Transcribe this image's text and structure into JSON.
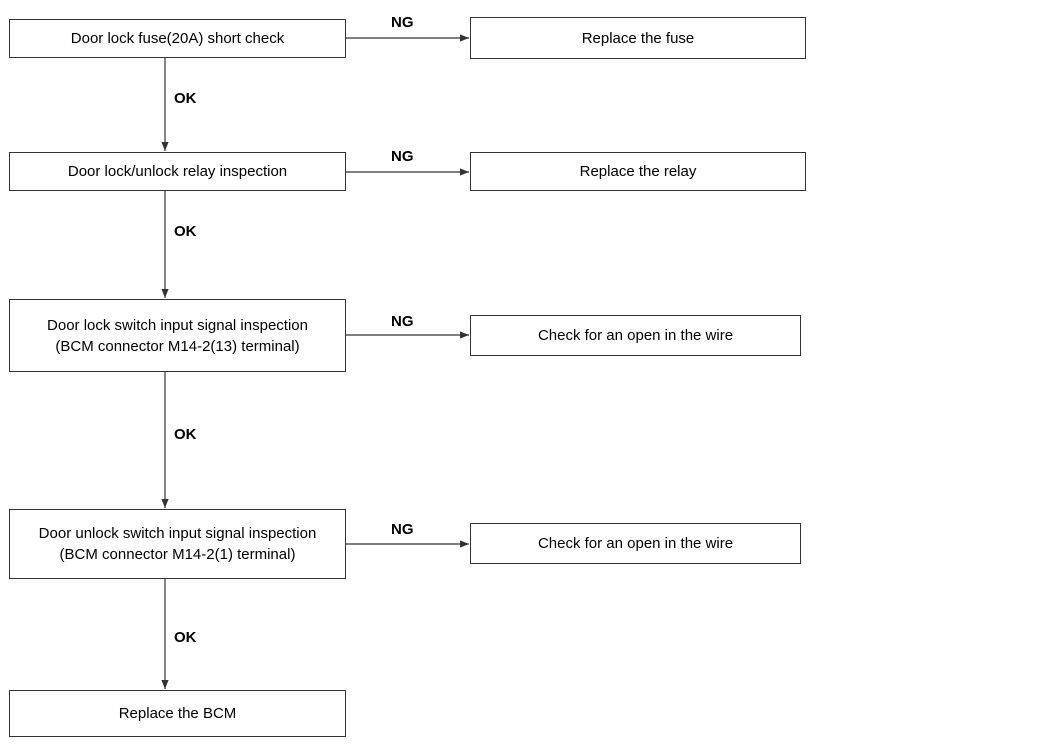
{
  "steps": [
    {
      "check": [
        "Door lock fuse(20A) short check"
      ],
      "ng_label": "NG",
      "ng_action": "Replace the fuse",
      "ok_label": "OK"
    },
    {
      "check": [
        "Door lock/unlock relay inspection"
      ],
      "ng_label": "NG",
      "ng_action": "Replace the relay",
      "ok_label": "OK"
    },
    {
      "check": [
        "Door lock switch input signal inspection",
        "(BCM connector M14-2(13) terminal)"
      ],
      "ng_label": "NG",
      "ng_action": "Check for an open in the wire",
      "ok_label": "OK"
    },
    {
      "check": [
        "Door unlock switch input signal inspection",
        "(BCM connector M14-2(1) terminal)"
      ],
      "ng_label": "NG",
      "ng_action": "Check for an open in the wire",
      "ok_label": "OK"
    }
  ],
  "final_action": "Replace the BCM",
  "colors": {
    "line": "#333333",
    "text": "#000000"
  }
}
